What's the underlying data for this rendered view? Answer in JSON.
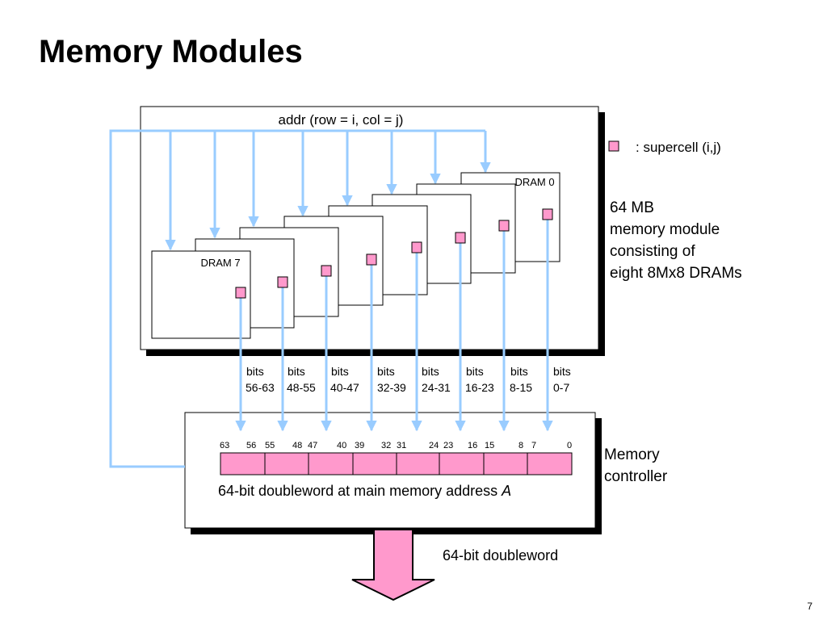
{
  "slide": {
    "title": "Memory Modules",
    "page_number": "7"
  },
  "module": {
    "addr_label": "addr (row = i, col = j)",
    "legend_label": ": supercell (i,j)",
    "description": [
      "64 MB",
      "memory module",
      "consisting of",
      "eight 8Mx8 DRAMs"
    ],
    "drams": [
      {
        "label": "DRAM 0"
      },
      {
        "label": ""
      },
      {
        "label": ""
      },
      {
        "label": ""
      },
      {
        "label": ""
      },
      {
        "label": ""
      },
      {
        "label": ""
      },
      {
        "label": "DRAM 7"
      }
    ],
    "bit_labels": [
      [
        "bits",
        "56-63"
      ],
      [
        "bits",
        "48-55"
      ],
      [
        "bits",
        "40-47"
      ],
      [
        "bits",
        "32-39"
      ],
      [
        "bits",
        "24-31"
      ],
      [
        "bits",
        "16-23"
      ],
      [
        "bits",
        "8-15"
      ],
      [
        "bits",
        "0-7"
      ]
    ]
  },
  "controller": {
    "label": [
      "Memory",
      "controller"
    ],
    "bit_numbers": [
      "63",
      "56",
      "55",
      "48",
      "47",
      "40",
      "39",
      "32",
      "31",
      "24",
      "23",
      "16",
      "15",
      "8",
      "7",
      "0"
    ],
    "caption_prefix": "64-bit doubleword at main memory address ",
    "caption_var": "A",
    "output_label": "64-bit doubleword"
  },
  "colors": {
    "arrow": "#99ccff",
    "supercell": "#ff99cc",
    "shadow": "#000000"
  }
}
